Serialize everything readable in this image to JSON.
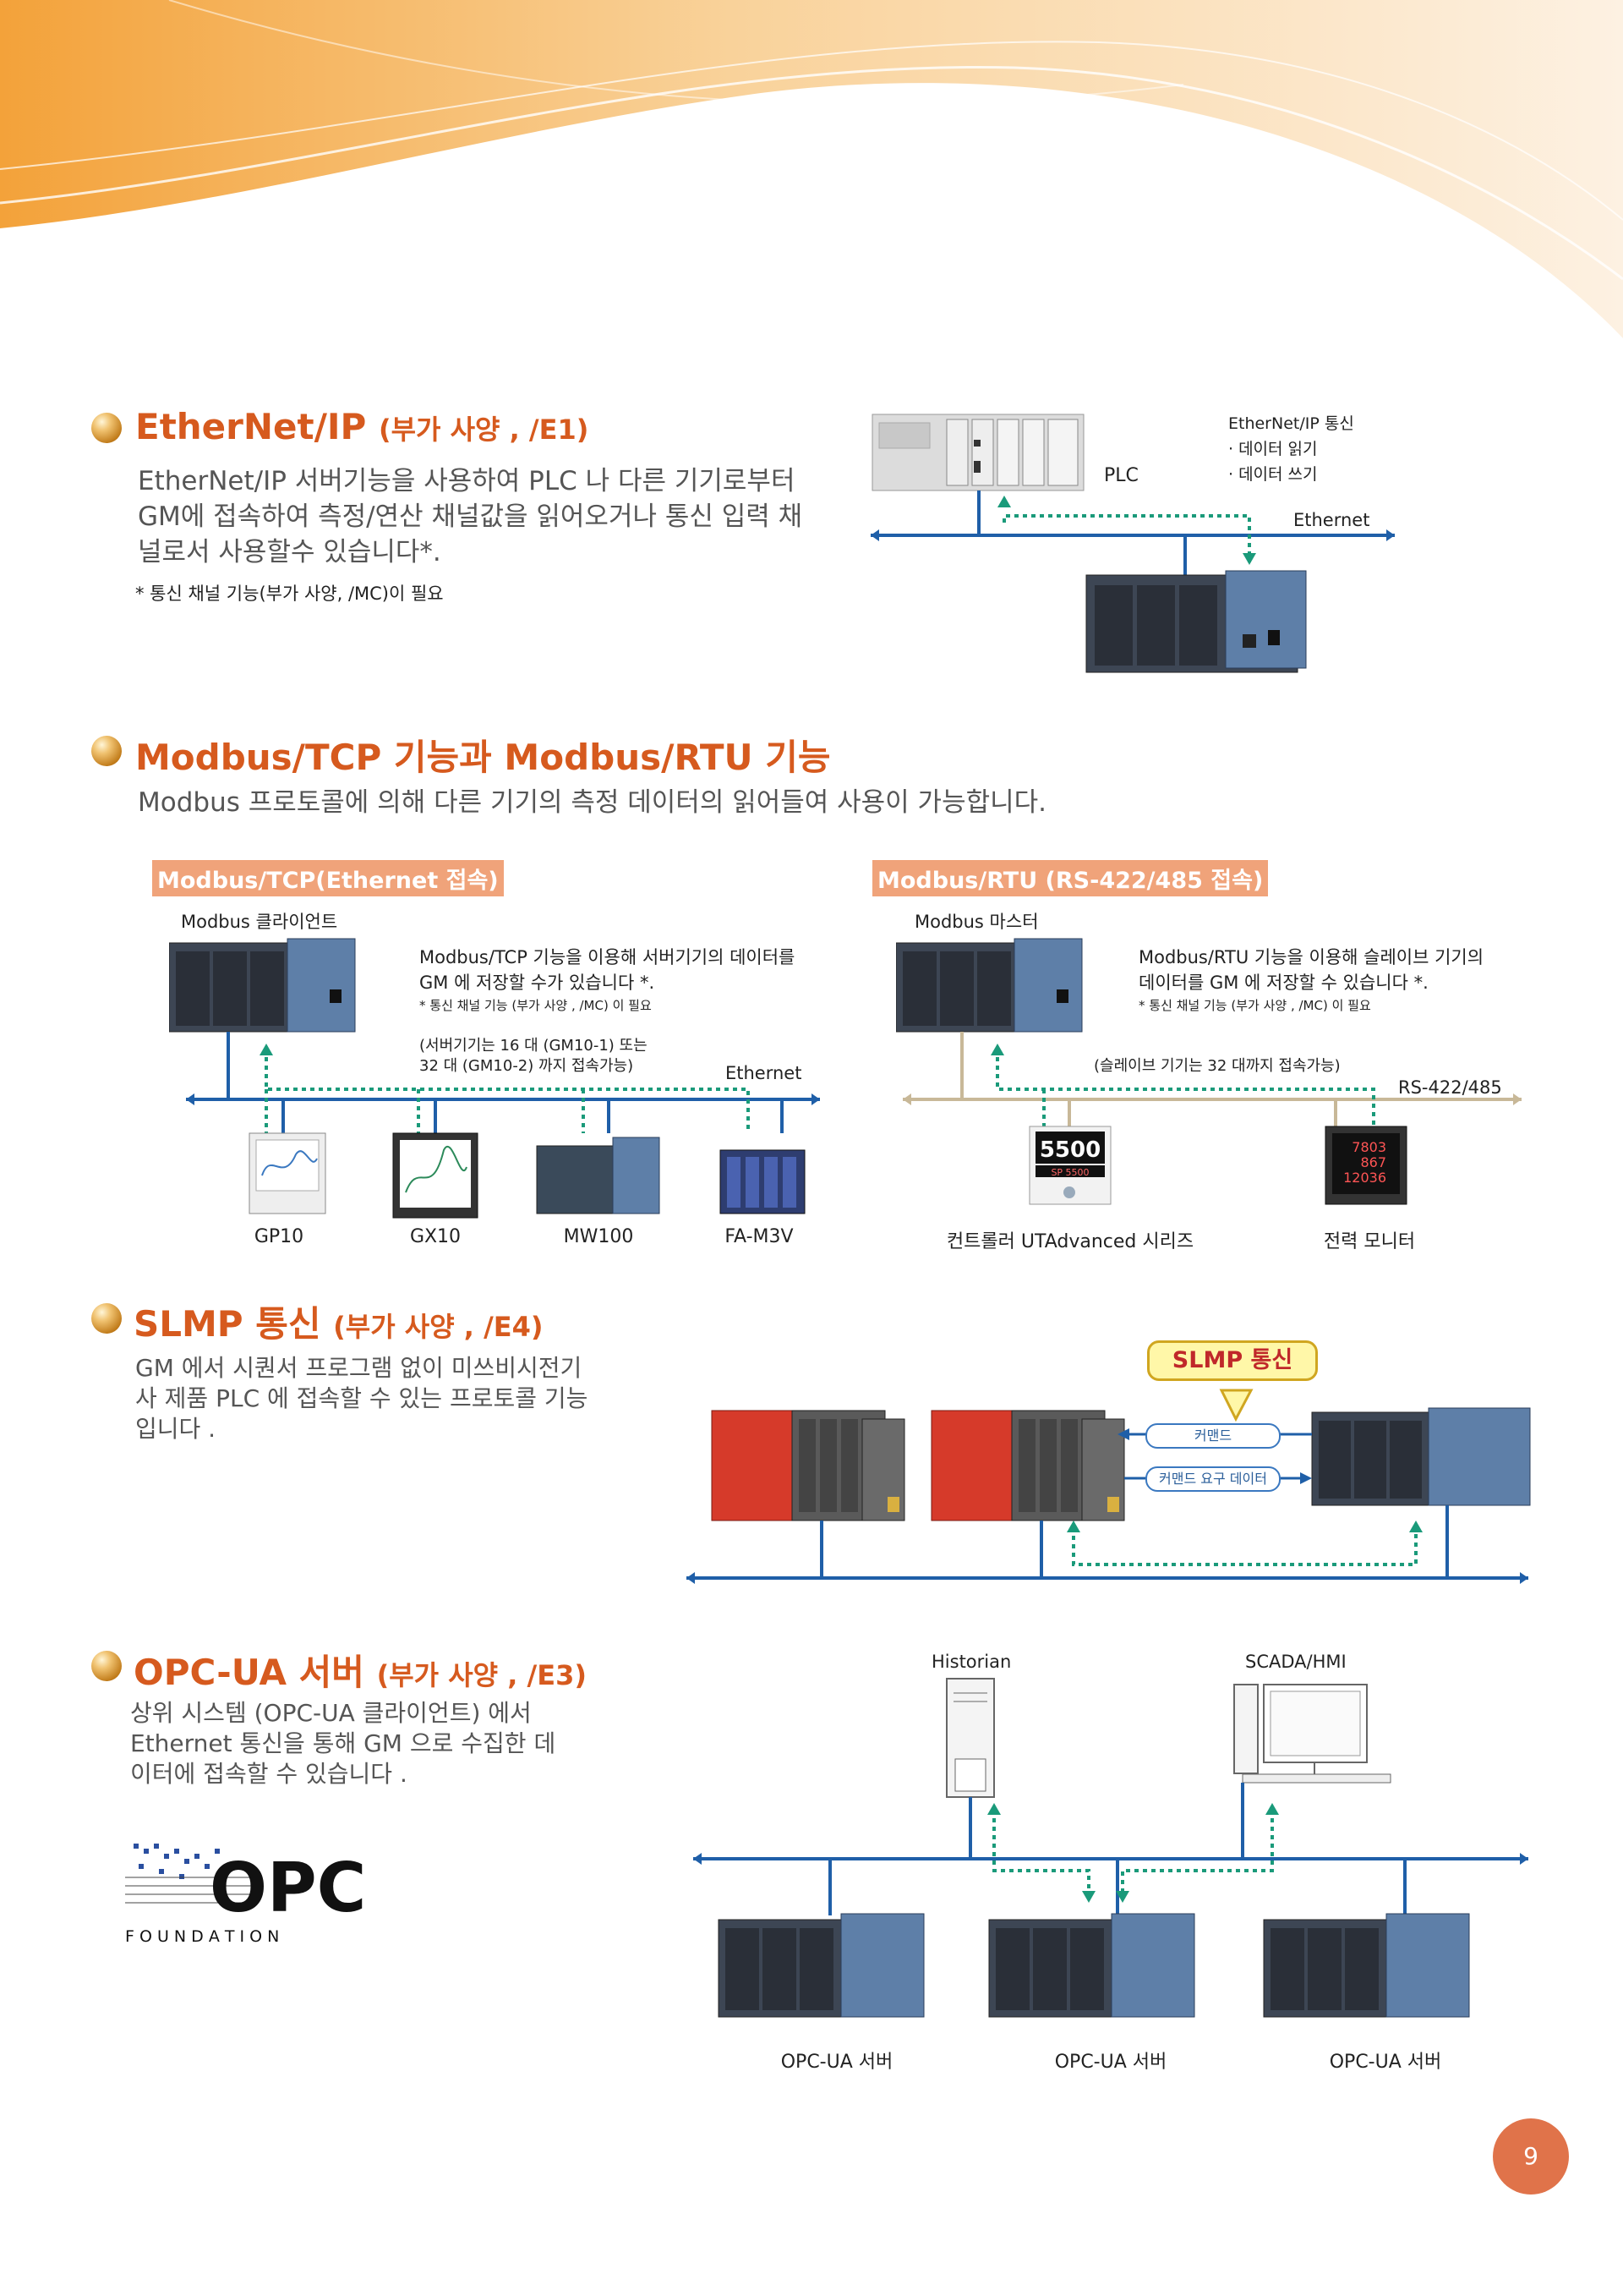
{
  "sections": {
    "ethernet_ip": {
      "title": "EtherNet/IP",
      "subtitle": "(부가 사양 , /E1)",
      "body": "EtherNet/IP 서버기능을 사용하여 PLC 나 다른 기기로부터 GM에 접속하여 측정/연산 채널값을 읽어오거나 통신 입력 채널로서 사용할수 있습니다*.",
      "note": "* 통신 채널 기능(부가 사양, /MC)이 필요",
      "diagram": {
        "plc_label": "PLC",
        "comm_title": "EtherNet/IP 통신",
        "comm_read": "· 데이터 읽기",
        "comm_write": "· 데이터 쓰기",
        "network_label": "Ethernet"
      }
    },
    "modbus": {
      "title": "Modbus/TCP 기능과 Modbus/RTU 기능",
      "body": "Modbus 프로토콜에 의해 다른 기기의 측정 데이터의 읽어들여 사용이 가능합니다.",
      "tcp": {
        "header": "Modbus/TCP(Ethernet 접속)",
        "client_label": "Modbus 클라이언트",
        "desc_line1": "Modbus/TCP 기능을 이용해 서버기기의 데이터를",
        "desc_line2": "GM 에 저장할 수가 있습니다 *.",
        "desc_note": "* 통신 채널 기능 (부가 사양 , /MC) 이 필요",
        "capacity_line1": "(서버기기는 16 대 (GM10-1) 또는",
        "capacity_line2": "32 대 (GM10-2) 까지 접속가능)",
        "network_label": "Ethernet",
        "devices": [
          "GP10",
          "GX10",
          "MW100",
          "FA-M3V"
        ]
      },
      "rtu": {
        "header": "Modbus/RTU (RS-422/485 접속)",
        "master_label": "Modbus 마스터",
        "desc_line1": "Modbus/RTU 기능을 이용해 슬레이브 기기의",
        "desc_line2": "데이터를 GM 에 저장할 수 있습니다 *.",
        "desc_note": "* 통신 채널 기능 (부가 사양 , /MC) 이 필요",
        "capacity": "(슬레이브 기기는 32 대까지 접속가능)",
        "network_label": "RS-422/485",
        "devices": [
          "컨트롤러 UTAdvanced 시리즈",
          "전력 모니터"
        ],
        "controller_display": "5500",
        "controller_sp": "SP   5500",
        "monitor_lines": [
          "7803",
          "867",
          "12036"
        ]
      }
    },
    "slmp": {
      "title": "SLMP 통신",
      "subtitle": "(부가 사양 , /E4)",
      "body": "GM 에서 시퀀서 프로그램 없이 미쓰비시전기사 제품 PLC 에 접속할 수 있는 프로토콜 기능입니다 .",
      "callout": "SLMP 통신",
      "command": "커맨드",
      "command_request": "커맨드 요구 데이터"
    },
    "opc_ua": {
      "title": "OPC-UA 서버",
      "subtitle": "(부가 사양 , /E3)",
      "body": "상위 시스템 (OPC-UA 클라이언트) 에서 Ethernet 통신을 통해 GM 으로 수집한 데이터에 접속할 수 있습니다 .",
      "logo_text": "OPC",
      "logo_sub": "F O U N D A T I O N",
      "clients": [
        "Historian",
        "SCADA/HMI"
      ],
      "servers": [
        "OPC-UA 서버",
        "OPC-UA 서버",
        "OPC-UA 서버"
      ]
    }
  },
  "page_number": "9",
  "colors": {
    "accent": "#d65a1e",
    "network_line": "#1f5fa8",
    "dotted_link": "#1a9a7a",
    "rs485_line": "#c8b898",
    "page_badge": "#e0734a"
  }
}
